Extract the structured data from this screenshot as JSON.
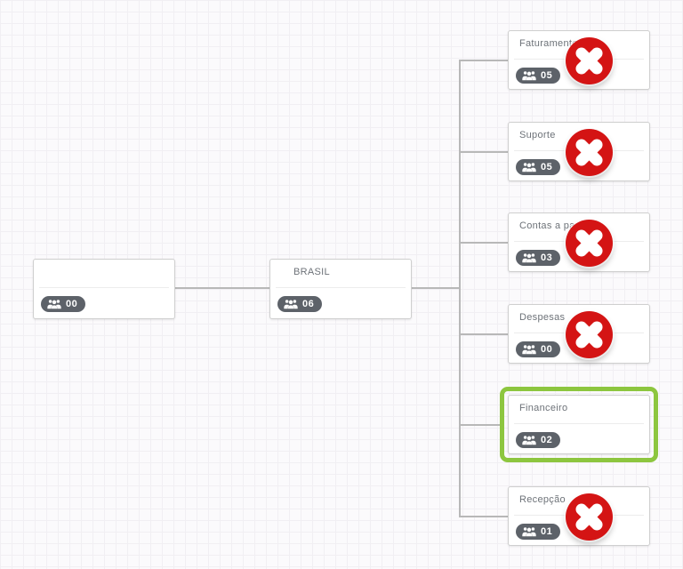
{
  "colors": {
    "delete_red": "#d41414",
    "selection_green": "#8dc63f",
    "badge_background": "#5d6269",
    "connector_gray": "#b8b8b8"
  },
  "tree": {
    "root": {
      "title": "",
      "count": "00"
    },
    "country": {
      "title": "BRASIL",
      "count": "06"
    },
    "departments": [
      {
        "title": "Faturamento",
        "count": "05",
        "has_delete_button": true,
        "selected": false
      },
      {
        "title": "Suporte",
        "count": "05",
        "has_delete_button": true,
        "selected": false
      },
      {
        "title": "Contas a pagar",
        "count": "03",
        "has_delete_button": true,
        "selected": false
      },
      {
        "title": "Despesas",
        "count": "00",
        "has_delete_button": true,
        "selected": false
      },
      {
        "title": "Financeiro",
        "count": "02",
        "has_delete_button": false,
        "selected": true
      },
      {
        "title": "Recepção",
        "count": "01",
        "has_delete_button": true,
        "selected": false
      }
    ]
  },
  "icons": {
    "members": "users-group-icon",
    "delete": "x-mark-icon"
  }
}
